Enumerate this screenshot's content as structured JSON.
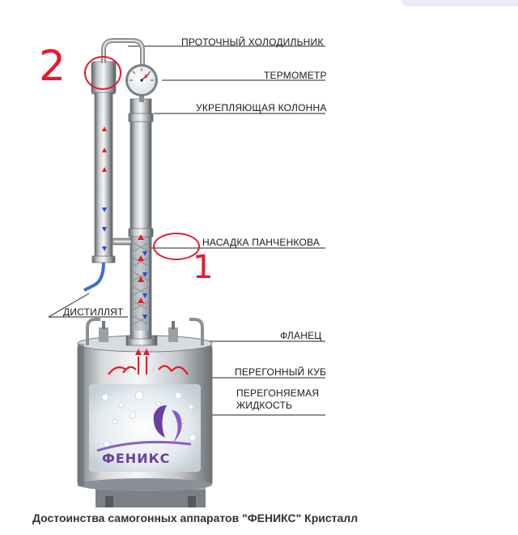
{
  "labels": {
    "condenser": "ПРОТОЧНЫЙ ХОЛОДИЛЬНИК",
    "thermometer": "ТЕРМОМЕТР",
    "column": "УКРЕПЛЯЮЩАЯ КОЛОННА",
    "packing": "НАСАДКА ПАНЧЕНКОВА",
    "distillate": "ДИСТИЛЛЯТ",
    "flange": "ФЛАНЕЦ",
    "boiler": "ПЕРЕГОННЫЙ КУБ",
    "liquid": "ПЕРЕГОНЯЕМАЯ ЖИДКОСТЬ"
  },
  "annotations": {
    "mark_two": "2",
    "mark_one": "1"
  },
  "brand": "ФЕНИКС",
  "caption": "Достоинства самогонных аппаратов \"ФЕНИКС\" Кристалл",
  "colors": {
    "steel_dark": "#6f767c",
    "steel_light": "#e6e9eb",
    "hot_arrow": "#e8192c",
    "cold_arrow": "#1f4fd6",
    "annotation": "#e8192c",
    "brand": "#6b3fa0",
    "flame": "#2f7de0"
  }
}
